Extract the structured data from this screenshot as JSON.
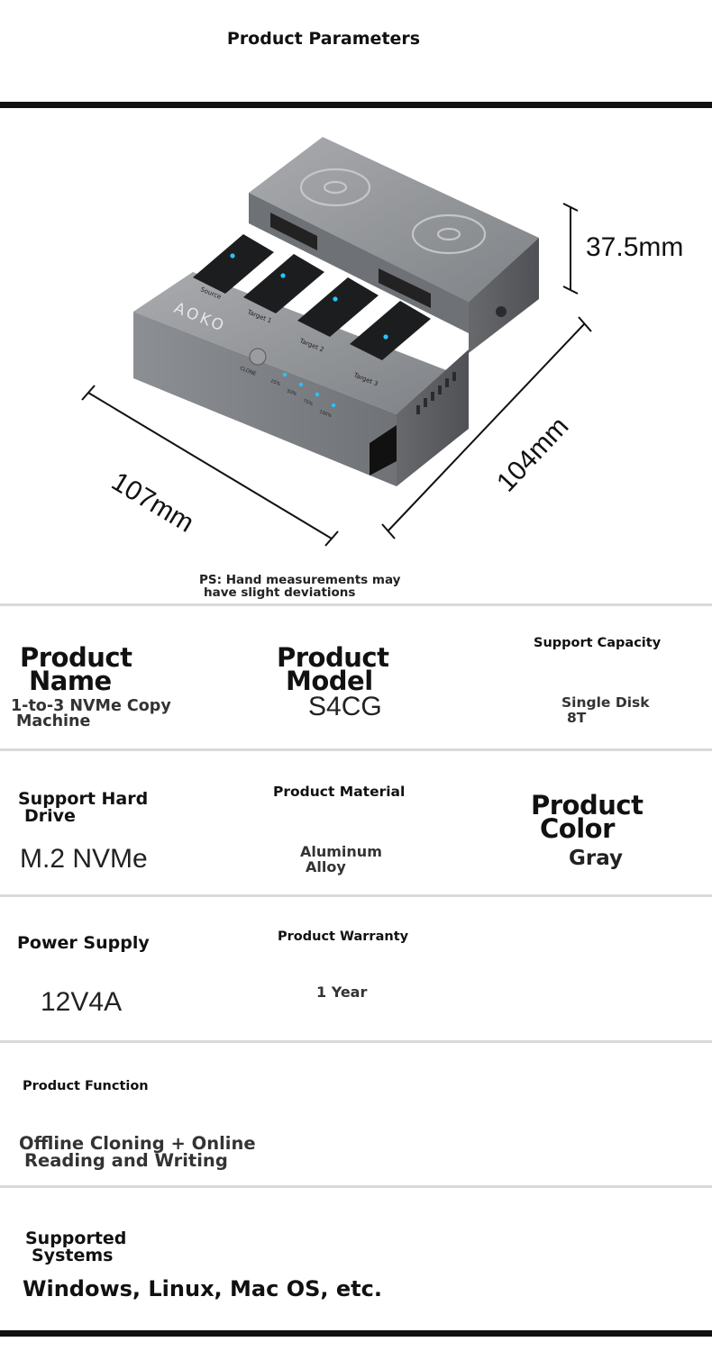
{
  "header": {
    "title": "Product Parameters"
  },
  "dimensions": {
    "height": "37.5mm",
    "width": "107mm",
    "depth": "104mm"
  },
  "device": {
    "brand": "AOKO",
    "slots": [
      "Source",
      "Target 1",
      "Target 2",
      "Target 3"
    ],
    "button": "CLONE",
    "progress": [
      "25%",
      "50%",
      "75%",
      "100%"
    ]
  },
  "note": {
    "line1": "PS: Hand measurements may",
    "line2": "have slight deviations"
  },
  "params": {
    "name": {
      "l1": "Product",
      "l2": "Name",
      "v1": "1-to-3 NVMe Copy",
      "v2": "Machine"
    },
    "model": {
      "l1": "Product",
      "l2": "Model",
      "value": "S4CG"
    },
    "capacity": {
      "label": "Support Capacity",
      "v1": "Single Disk",
      "v2": "8T"
    },
    "drive": {
      "l1": "Support Hard",
      "l2": "Drive",
      "value": "M.2 NVMe"
    },
    "material": {
      "label": "Product Material",
      "v1": "Aluminum",
      "v2": "Alloy"
    },
    "color": {
      "l1": "Product",
      "l2": "Color",
      "value": "Gray"
    },
    "power": {
      "label": "Power Supply",
      "value": "12V4A"
    },
    "warranty": {
      "label": "Product Warranty",
      "value": "1 Year"
    },
    "function": {
      "label": "Product Function",
      "v1": "Offline Cloning + Online",
      "v2": "Reading and Writing"
    },
    "systems": {
      "l1": "Supported",
      "l2": "Systems",
      "value": "Windows, Linux, Mac OS, etc."
    }
  }
}
